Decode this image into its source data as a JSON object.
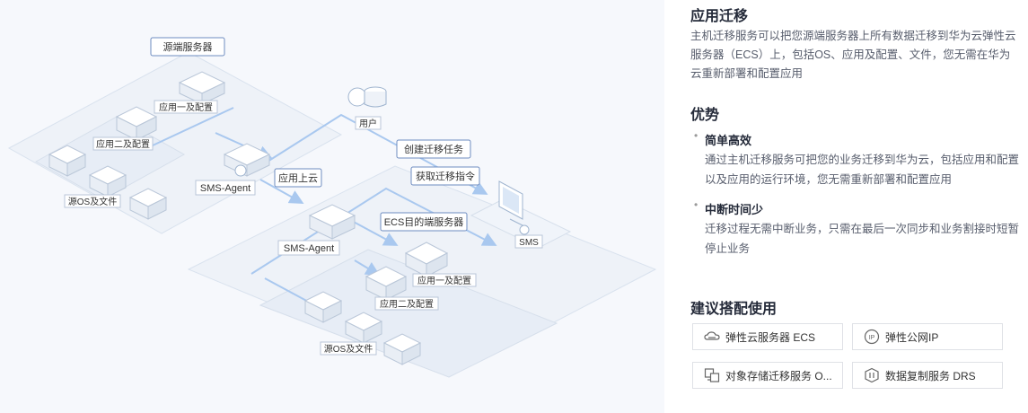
{
  "diagram": {
    "labels": {
      "source_server": "源端服务器",
      "user": "用户",
      "app1_top": "应用一及配置",
      "app2_top": "应用二及配置",
      "sms_agent_top": "SMS-Agent",
      "os_files_top": "源OS及文件",
      "create_task": "创建迁移任务",
      "get_instructions": "获取迁移指令",
      "app_to_cloud": "应用上云",
      "sms": "SMS",
      "ecs_target": "ECS目的端服务器",
      "sms_agent_bottom": "SMS-Agent",
      "app1_bottom": "应用一及配置",
      "app2_bottom": "应用二及配置",
      "os_files_bottom": "源OS及文件"
    },
    "colors": {
      "line": "#a9c8ef",
      "node": "#ffffff",
      "platform": "#eef2f8"
    }
  },
  "panel": {
    "title": "应用迁移",
    "description": "主机迁移服务可以把您源端服务器上所有数据迁移到华为云弹性云服务器（ECS）上，包括OS、应用及配置、文件，您无需在华为云重新部署和配置应用",
    "advantages_heading": "优势",
    "advantages": [
      {
        "title": "简单高效",
        "desc": "通过主机迁移服务可把您的业务迁移到华为云，包括应用和配置以及应用的运行环境，您无需重新部署和配置应用"
      },
      {
        "title": "中断时间少",
        "desc": "迁移过程无需中断业务，只需在最后一次同步和业务割接时短暂停止业务"
      }
    ],
    "related_heading": "建议搭配使用",
    "related": [
      {
        "label": "弹性云服务器 ECS",
        "icon": "cloud-server-icon"
      },
      {
        "label": "弹性公网IP",
        "icon": "eip-icon"
      },
      {
        "label": "对象存储迁移服务 O...",
        "icon": "object-storage-migration-icon"
      },
      {
        "label": "数据复制服务 DRS",
        "icon": "data-replication-icon"
      }
    ]
  }
}
